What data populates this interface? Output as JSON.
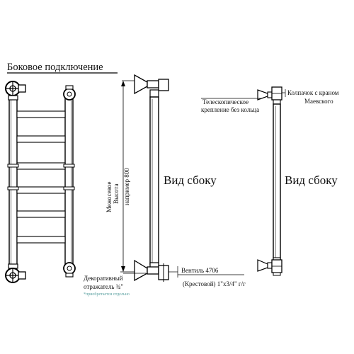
{
  "title": "Боковое подключение",
  "dimension": {
    "line1": "Межосевое",
    "line2": "Высота",
    "line3": "например 800"
  },
  "reflector": {
    "line1": "Декоративный",
    "line2": "отражатель ¾\"",
    "note": "*приобретается отдельно"
  },
  "valve": {
    "line1": "Вентиль 4706",
    "line2": "(Крестовой) 1\"х3/4\" г/г"
  },
  "telescopic": {
    "line1": "Телескопическое",
    "line2": "крепление без кольца"
  },
  "cap": {
    "line1": "Колпачок с краном",
    "line2": "Маевского"
  },
  "side_view_left": "Вид сбоку",
  "side_view_right": "Вид сбоку"
}
